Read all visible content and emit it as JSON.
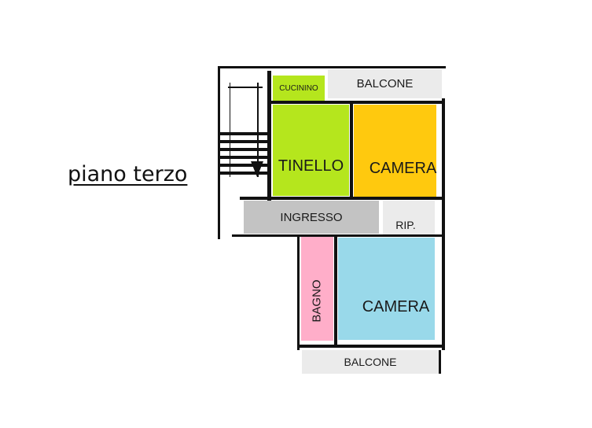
{
  "title": "piano terzo",
  "rooms": {
    "cucinino": "CUCININO",
    "balcone_top": "BALCONE",
    "tinello": "TINELLO",
    "camera_top": "CAMERA",
    "ingresso": "INGRESSO",
    "rip": "RIP.",
    "bagno": "BAGNO",
    "camera_bottom": "CAMERA",
    "balcone_bottom": "BALCONE"
  },
  "colors": {
    "cucinino": "#b5e61d",
    "tinello": "#b5e61d",
    "camera_top": "#ffc90e",
    "ingresso": "#c3c3c3",
    "rip": "#ebebeb",
    "balcone": "#ebebeb",
    "bagno": "#ffaec9",
    "camera_bottom": "#99d9ea"
  }
}
